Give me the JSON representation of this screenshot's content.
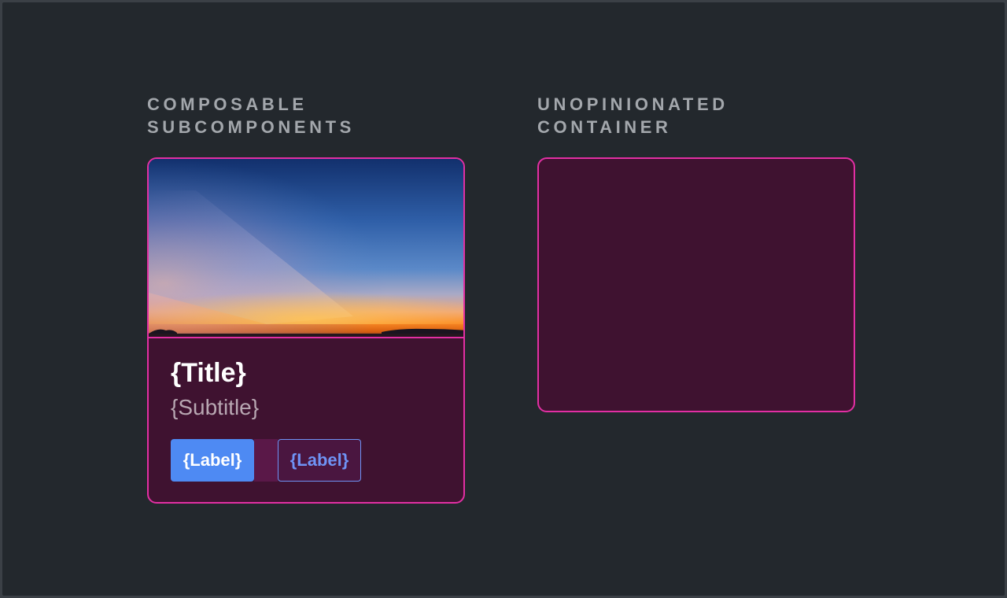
{
  "sections": {
    "left": {
      "label_line1": "COMPOSABLE",
      "label_line2": "SUBCOMPONENTS"
    },
    "right": {
      "label_line1": "UNOPINIONATED",
      "label_line2": "CONTAINER"
    }
  },
  "card": {
    "title": "{Title}",
    "subtitle": "{Subtitle}",
    "chips": {
      "filled_label": "{Label}",
      "outlined_label": "{Label}"
    }
  },
  "colors": {
    "page_background": "#23282d",
    "card_border": "#e22fa3",
    "card_background": "#3f1230",
    "chip_primary": "#4e8af3",
    "label_text": "#a3a7ac"
  },
  "icons": {
    "media": "sunset-landscape-image"
  }
}
